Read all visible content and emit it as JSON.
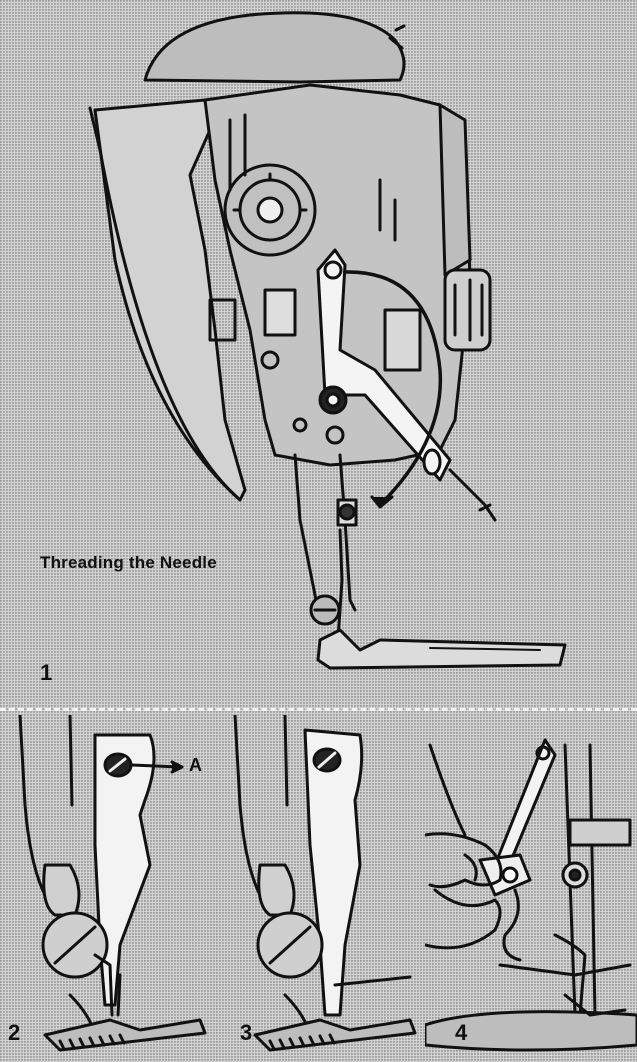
{
  "figure": {
    "caption": "Threading the Needle",
    "panels": [
      {
        "number": "1"
      },
      {
        "number": "2",
        "callout": "A"
      },
      {
        "number": "3"
      },
      {
        "number": "4"
      }
    ]
  },
  "colors": {
    "ink": "#111111",
    "paper": "#c9c9c9",
    "highlight": "#f4f4f4"
  },
  "icons": [
    "sewing-machine-head-illustration",
    "needle-threader-illustration",
    "hand-holding-threader-illustration"
  ]
}
